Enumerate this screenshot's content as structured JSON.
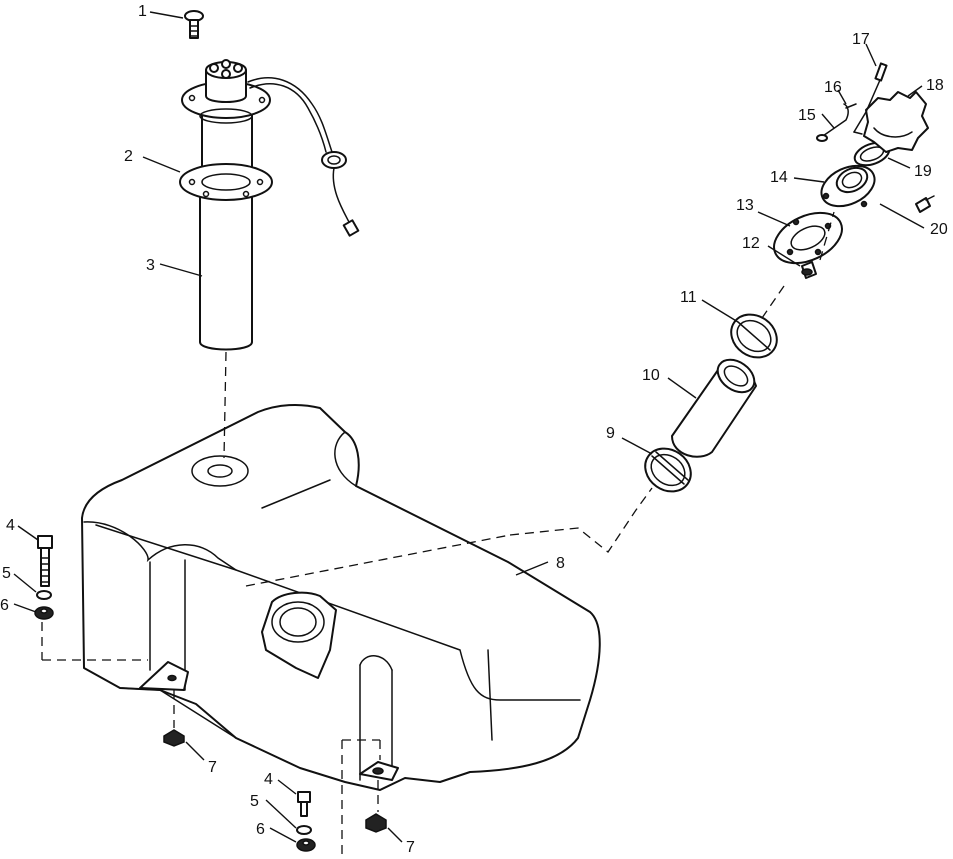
{
  "diagram": {
    "callouts": [
      {
        "id": "c1",
        "label": "1"
      },
      {
        "id": "c2",
        "label": "2"
      },
      {
        "id": "c3",
        "label": "3"
      },
      {
        "id": "c4a",
        "label": "4"
      },
      {
        "id": "c5a",
        "label": "5"
      },
      {
        "id": "c6a",
        "label": "6"
      },
      {
        "id": "c7a",
        "label": "7"
      },
      {
        "id": "c4b",
        "label": "4"
      },
      {
        "id": "c5b",
        "label": "5"
      },
      {
        "id": "c6b",
        "label": "6"
      },
      {
        "id": "c7b",
        "label": "7"
      },
      {
        "id": "c8",
        "label": "8"
      },
      {
        "id": "c9",
        "label": "9"
      },
      {
        "id": "c10",
        "label": "10"
      },
      {
        "id": "c11",
        "label": "11"
      },
      {
        "id": "c12",
        "label": "12"
      },
      {
        "id": "c13",
        "label": "13"
      },
      {
        "id": "c14",
        "label": "14"
      },
      {
        "id": "c15",
        "label": "15"
      },
      {
        "id": "c16",
        "label": "16"
      },
      {
        "id": "c17",
        "label": "17"
      },
      {
        "id": "c18",
        "label": "18"
      },
      {
        "id": "c19",
        "label": "19"
      },
      {
        "id": "c20",
        "label": "20"
      }
    ]
  }
}
